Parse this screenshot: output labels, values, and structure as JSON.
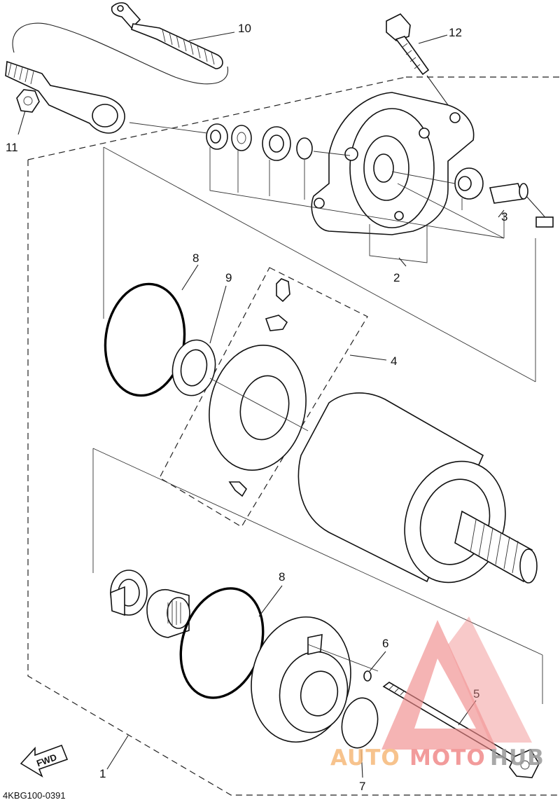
{
  "diagram": {
    "callouts": {
      "c1": "1",
      "c2": "2",
      "c3": "3",
      "c4": "4",
      "c5": "5",
      "c6": "6",
      "c7": "7",
      "c8a": "8",
      "c8b": "8",
      "c9": "9",
      "c10": "10",
      "c11": "11",
      "c12": "12"
    },
    "part_code": "4KBG100-0391",
    "fwd_label": "FWD",
    "watermark": {
      "auto": "AUTO",
      "moto": "MOTO",
      "hub": "HUB"
    },
    "colors": {
      "ink": "#111111",
      "watermark_red": "#f08a8a",
      "watermark_orange": "#f6b97a",
      "watermark_gray": "#9a9a9a"
    }
  }
}
